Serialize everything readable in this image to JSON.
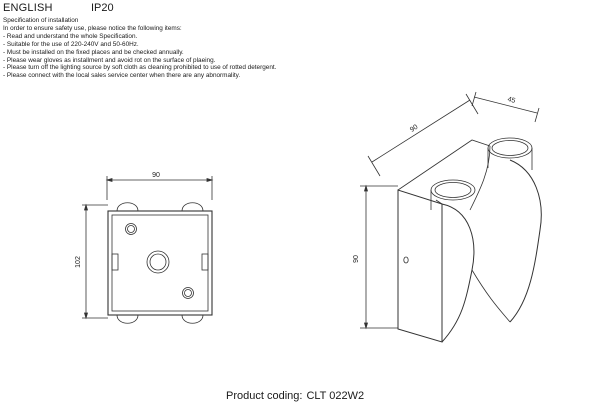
{
  "header": {
    "language": "ENGLISH",
    "ip_rating": "IP20"
  },
  "instructions": {
    "title": "Specification of installation",
    "intro": "In order to ensure safety use, please notice the following items:",
    "items": [
      "- Read and understand the whole Specification.",
      "- Suitable for the use of 220-240V and 50-60Hz.",
      "- Must be installed on the fixed places and be checked annually.",
      "- Please wear gloves as installment and avoid rot on the surface of plaeing.",
      "- Please turn off the lighting source by soft cloth as cleaning prohibited to use of rotted detergent.",
      "- Please connect with the local sales service center when there are any abnormality."
    ]
  },
  "front_view": {
    "width_label": "90",
    "height_label": "102"
  },
  "iso_view": {
    "depth_label": "90",
    "width_label": "45",
    "height_label": "90"
  },
  "footer": {
    "label": "Product coding:",
    "code": "CLT 022W2"
  }
}
